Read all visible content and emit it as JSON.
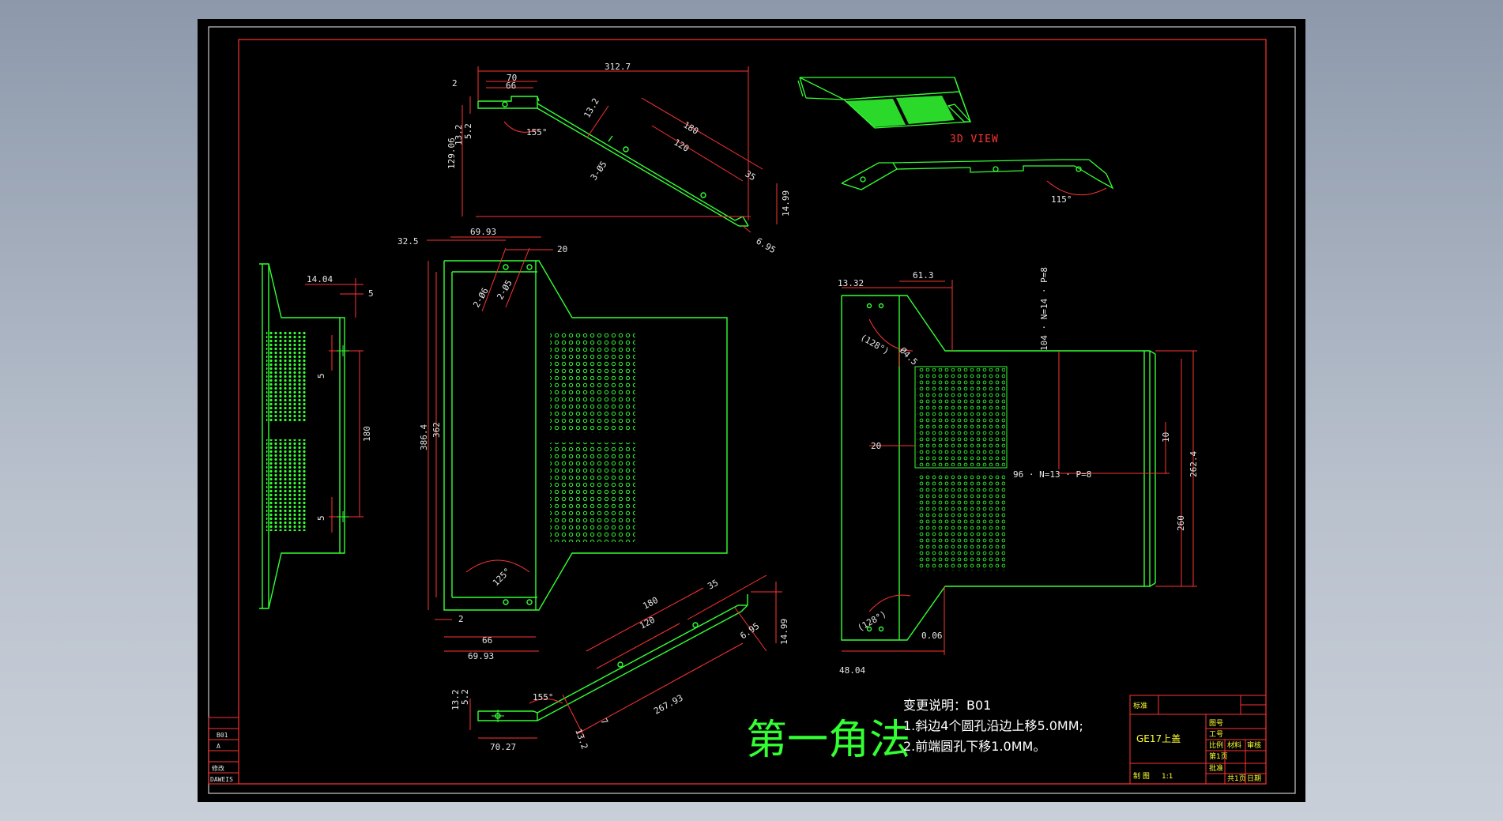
{
  "colors": {
    "background": "#000000",
    "outline": "#33ff33",
    "dimension": "#ff3333",
    "dimension_text": "#e6e6e6",
    "frame_outer": "#cccccc",
    "frame_inner": "#ff3333",
    "note_text": "#ffffff",
    "big_label": "#33ff33",
    "title_block_text": "#ffff33",
    "title_block_lines": "#ff3333"
  },
  "view_labels": {
    "three_d": "3D VIEW",
    "projection": "第一角法"
  },
  "notes": {
    "title": "变更说明：B01",
    "line1": "1.斜边4个圆孔沿边上移5.0MM;",
    "line2": "2.前端圆孔下移1.0MM。"
  },
  "title_block": {
    "part_name": "GE17上盖",
    "c1": "标准",
    "c2": "图号",
    "c3": "工号",
    "c4": "制 图",
    "c5": "比例",
    "c6": "材料",
    "c7": "审核",
    "c8": "批准",
    "c9": "第1页",
    "c10": "1:1",
    "c11": "共1页",
    "c12": "日期"
  },
  "revision_block": {
    "r1": "B01",
    "r2": "A",
    "r3": "修改",
    "r4": "DAWEIS"
  },
  "dimensions": {
    "top_view": {
      "d70": "70",
      "d66": "66",
      "d3127": "312.7",
      "d2": "2",
      "d132": "13.2",
      "d52": "5.2",
      "d12906": "129.06",
      "a155": "155°",
      "d132b": "13.2",
      "d180": "180",
      "d120": "120",
      "d35": "35",
      "holes": "3-Ø5",
      "d1499": "14.99",
      "d695": "6.95"
    },
    "front_view": {
      "d325": "32.5",
      "d6993": "69.93",
      "d20": "20",
      "holes6": "2-Ø6",
      "holes5": "2-Ø5",
      "d3864": "386.4",
      "d362": "362",
      "a125": "125°",
      "d2": "2",
      "d66": "66",
      "d6993b": "69.93"
    },
    "side_view": {
      "d1404": "14.04",
      "d5a": "5",
      "d5b": "5",
      "d180": "180",
      "d5c": "5"
    },
    "bottom_view": {
      "d180": "180",
      "d120": "120",
      "d35": "35",
      "d695": "6.95",
      "d1499": "14.99",
      "d132": "13.2",
      "d52": "5.2",
      "a155": "155°",
      "d132b": "13.2",
      "d7": "7",
      "d7027": "70.27",
      "d26793": "267.93"
    },
    "right_view": {
      "d1332": "13.32",
      "d613": "61.3",
      "a128a": "(128°)",
      "dia": "Ø4.5",
      "pattern_v": "104 · N=14 · P=8",
      "d20": "20",
      "pattern_h": "96 · N=13 · P=8",
      "d10": "10",
      "d2624": "262.4",
      "d260": "260",
      "a128b": "(128°)",
      "d006": "0.06",
      "d4804": "48.04"
    },
    "iso_view": {
      "a115": "115°"
    }
  }
}
